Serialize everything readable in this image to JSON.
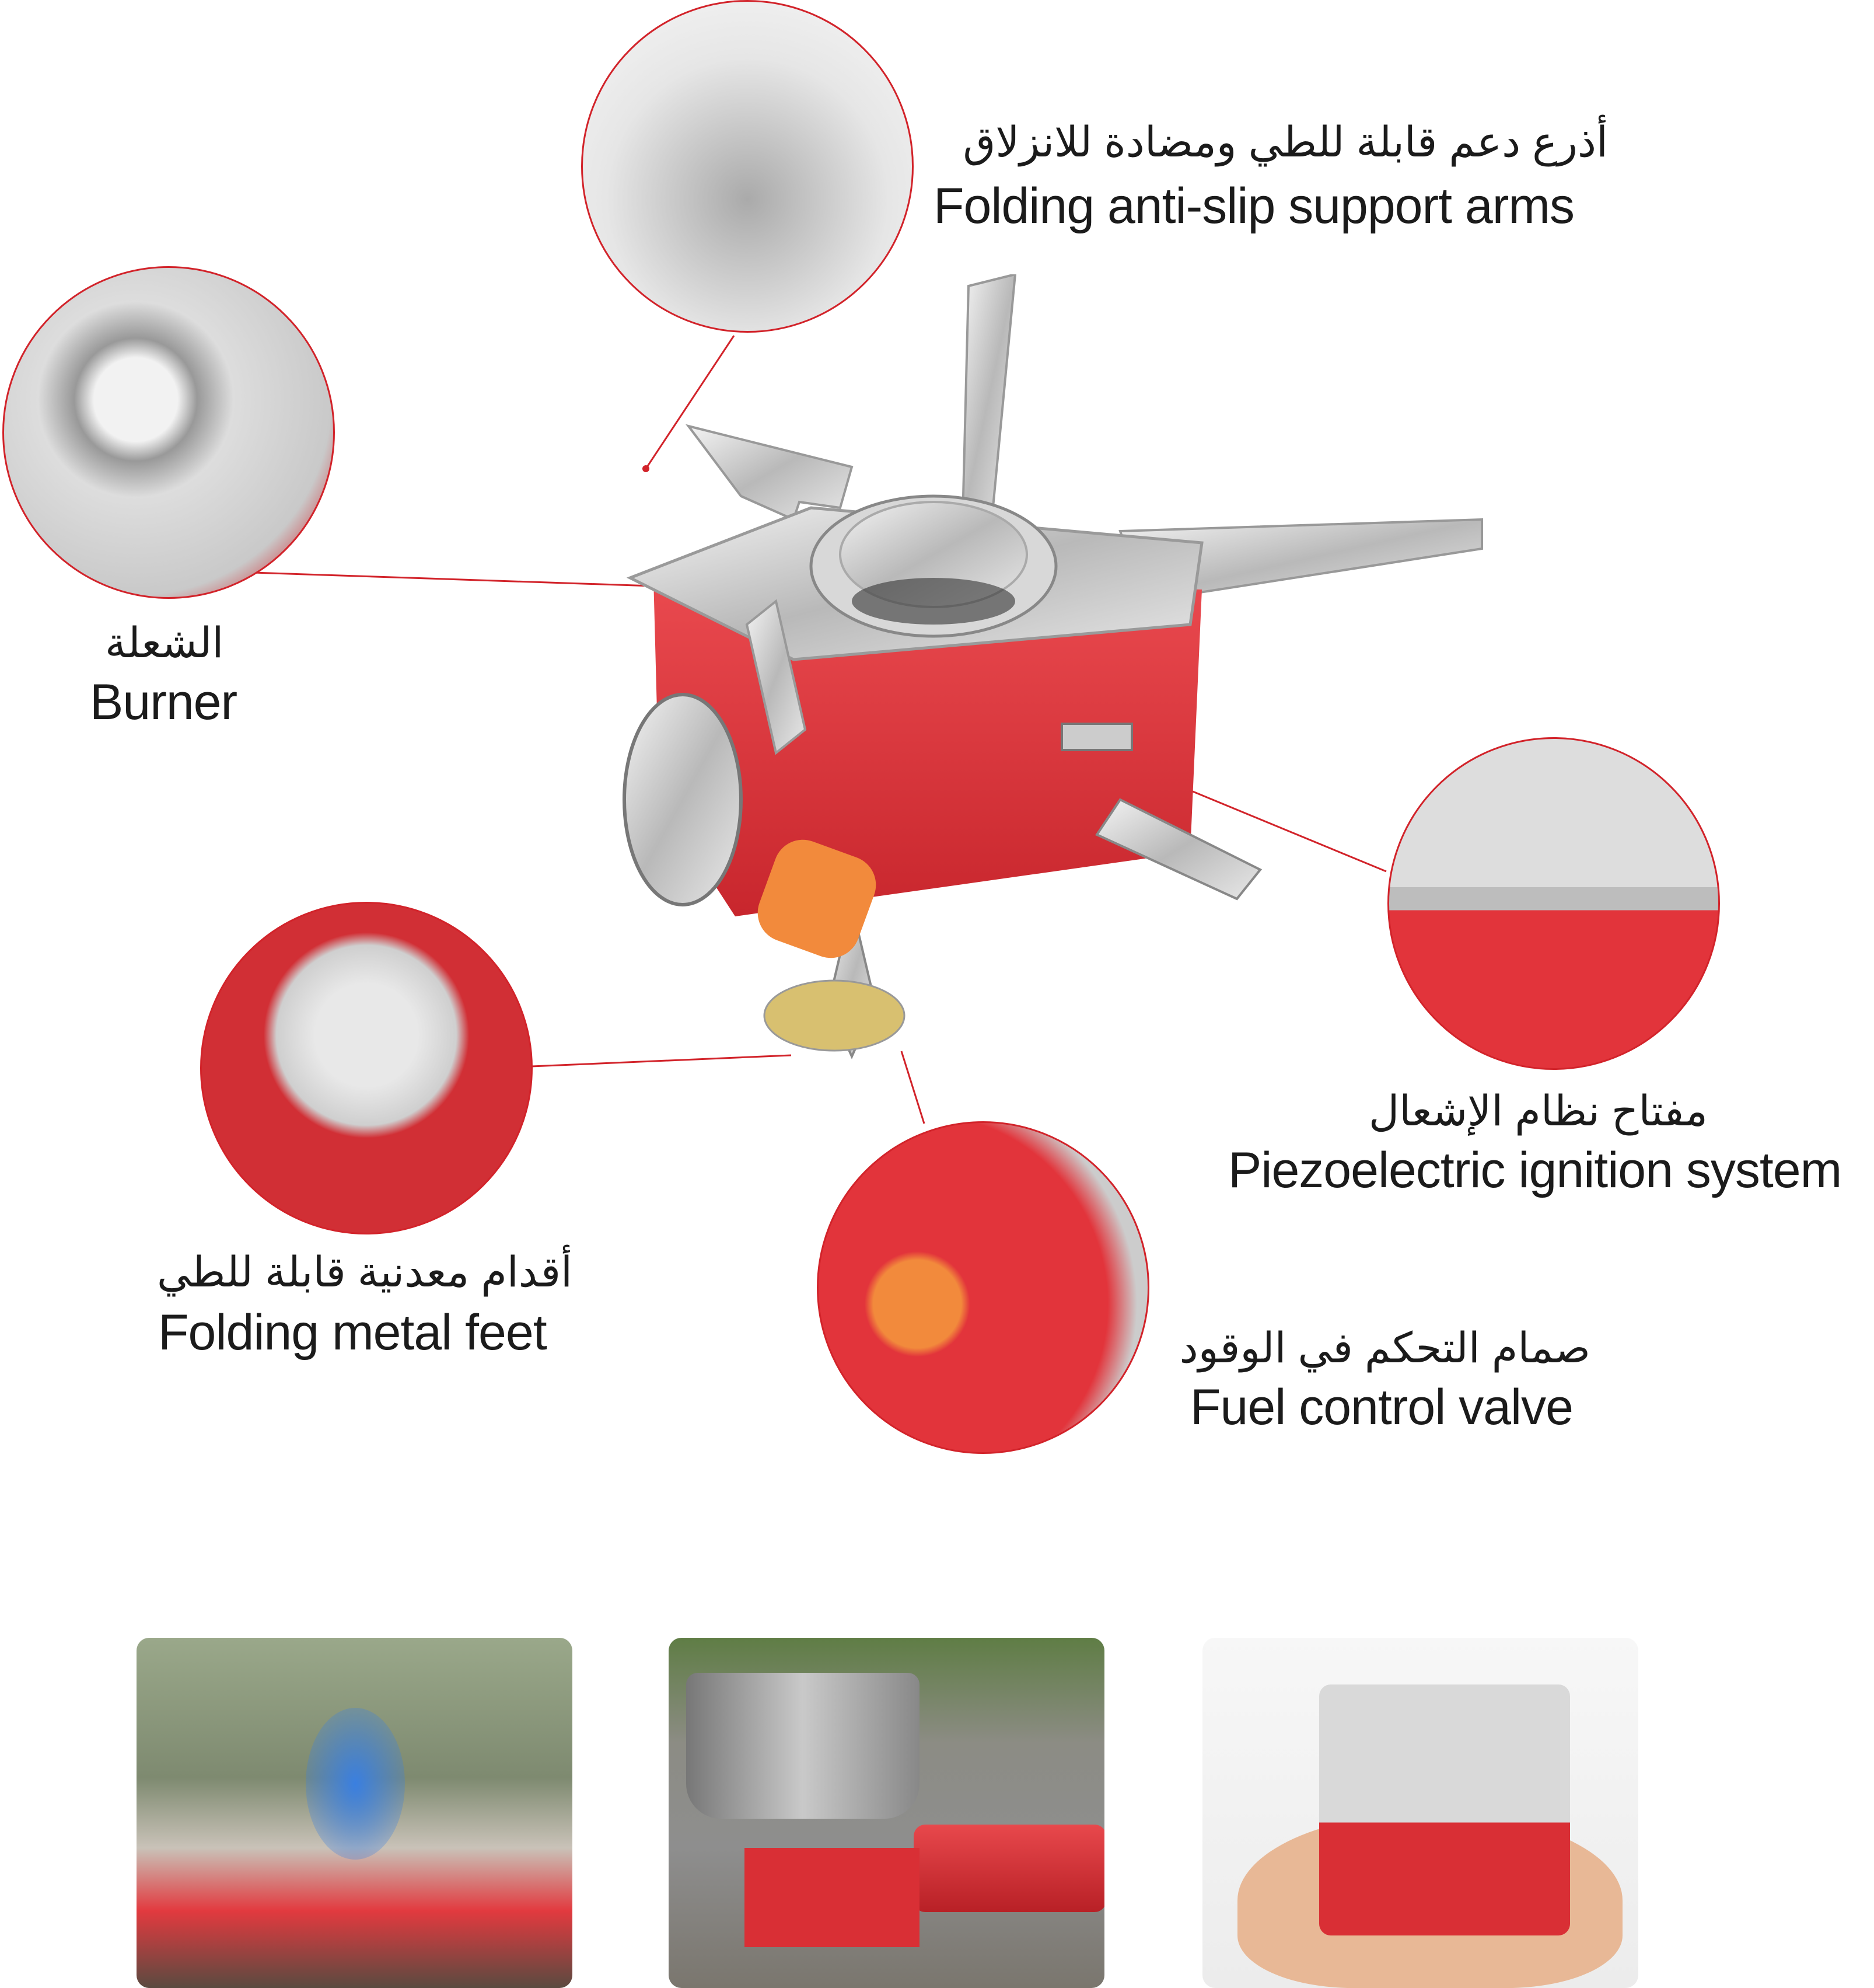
{
  "colors": {
    "accent_line": "#d2232a",
    "stove_red": "#e2343b",
    "knob_orange": "#f28a3c",
    "text": "#1b1b1b"
  },
  "callouts": {
    "support_arms": {
      "arabic": "أذرع دعم قابلة للطي ومضادة للانزلاق",
      "english": "Folding anti-slip support arms"
    },
    "burner": {
      "arabic": "الشعلة",
      "english": "Burner"
    },
    "ignition": {
      "arabic": "مفتاح نظام الإشعال",
      "english": "Piezoelectric ignition system"
    },
    "feet": {
      "arabic": "أقدام معدنية قابلة للطي",
      "english": "Folding metal feet"
    },
    "valve": {
      "arabic": "صمام التحكم في الوقود",
      "english": "Fuel control valve"
    }
  }
}
